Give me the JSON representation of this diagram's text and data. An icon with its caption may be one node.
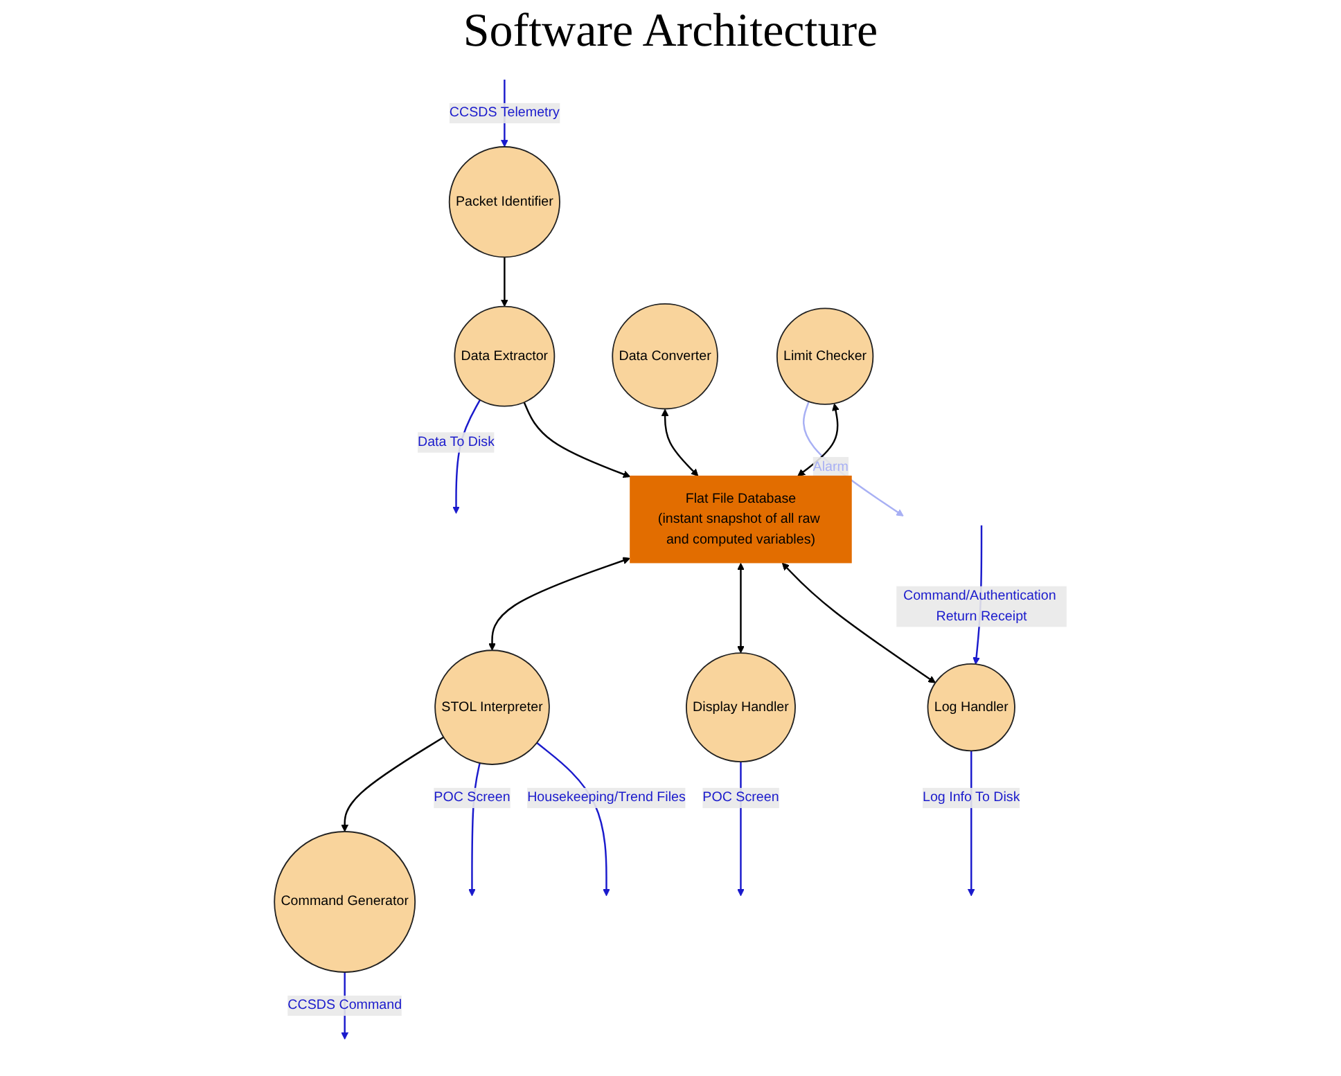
{
  "diagram": {
    "title": "Software Architecture",
    "nodes": [
      {
        "text": [
          "Packet Identifier"
        ]
      },
      {
        "text": [
          "Data Extractor"
        ]
      },
      {
        "text": [
          "Data Converter"
        ]
      },
      {
        "text": [
          "Limit Checker"
        ]
      },
      {
        "text": [
          "Flat File Database",
          "(instant snapshot of all raw and computed variables)"
        ]
      },
      {
        "text": [
          "Command Generator"
        ]
      },
      {
        "text": [
          "STOL Interpreter"
        ]
      },
      {
        "text": [
          "Display Handler"
        ]
      },
      {
        "text": [
          "Log Handler"
        ]
      }
    ],
    "edges": [
      {
        "from": null,
        "to": 0,
        "arrow": "to",
        "label": "CCSDS Telemetry"
      },
      {
        "from": 0,
        "to": 1,
        "arrow": "to",
        "color": "#000000"
      },
      {
        "from": 1,
        "to": null,
        "arrow": "to",
        "label": "Data To Disk"
      },
      {
        "from": 3,
        "to": null,
        "arrow": "to",
        "label": "Alarm",
        "color": "#a8b0f4"
      },
      {
        "from": 1,
        "to": 4,
        "arrow": "to",
        "color": "#000000"
      },
      {
        "from": 2,
        "to": 4,
        "arrow": "both",
        "color": "#000000"
      },
      {
        "from": 3,
        "to": 4,
        "arrow": "both",
        "color": "#000000"
      },
      {
        "from": 4,
        "to": 6,
        "arrow": "both",
        "color": "#000000"
      },
      {
        "from": 4,
        "to": 7,
        "arrow": "both",
        "color": "#000000"
      },
      {
        "from": 4,
        "to": 8,
        "arrow": "both",
        "color": "#000000"
      },
      {
        "from": null,
        "to": 8,
        "arrow": "to",
        "label": "Command/Authentication Return Receipt"
      },
      {
        "from": 6,
        "to": 5,
        "arrow": "to",
        "color": "#000000"
      },
      {
        "from": 5,
        "to": null,
        "arrow": "to",
        "label": "CCSDS Command"
      },
      {
        "from": 8,
        "to": null,
        "arrow": "to",
        "label": "Log Info To Disk"
      },
      {
        "from": 7,
        "to": null,
        "arrow": "to",
        "label": "POC Screen"
      },
      {
        "from": 6,
        "to": null,
        "arrow": "to",
        "label": "POC Screen"
      },
      {
        "from": 6,
        "to": null,
        "arrow": "to",
        "label": "Housekeeping/Trend Files"
      }
    ]
  }
}
